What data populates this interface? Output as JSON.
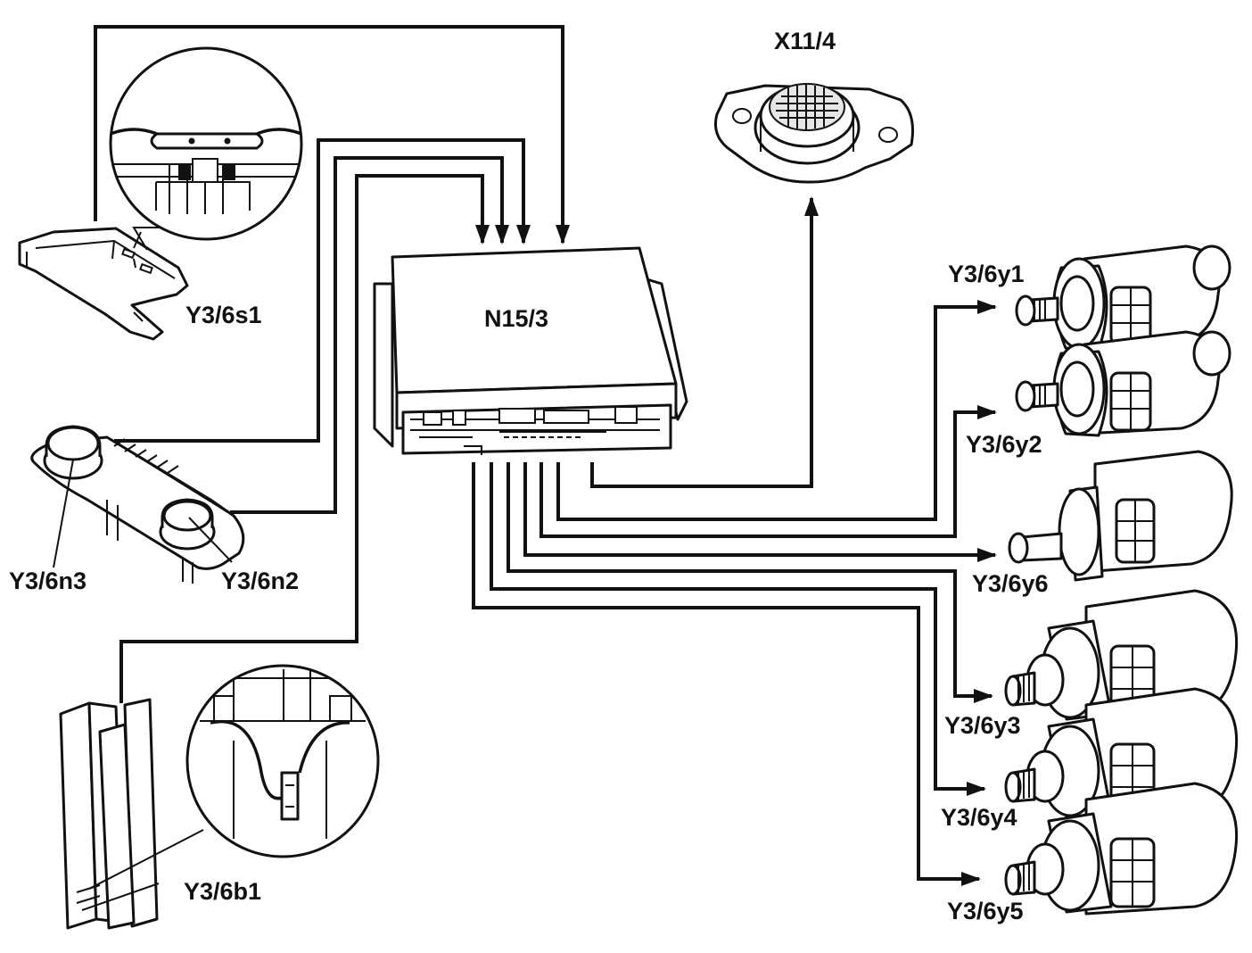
{
  "diagram": {
    "colors": {
      "line": "#111111",
      "background": "#ffffff"
    },
    "components": {
      "control_unit": "N15/3",
      "connector": "X11/4",
      "selector_switch": "Y3/6s1",
      "speed_sensor_n3": "Y3/6n3",
      "speed_sensor_n2": "Y3/6n2",
      "temp_sensor": "Y3/6b1",
      "solenoid_y1": "Y3/6y1",
      "solenoid_y2": "Y3/6y2",
      "solenoid_y6": "Y3/6y6",
      "solenoid_y3": "Y3/6y3",
      "solenoid_y4": "Y3/6y4",
      "solenoid_y5": "Y3/6y5"
    }
  }
}
